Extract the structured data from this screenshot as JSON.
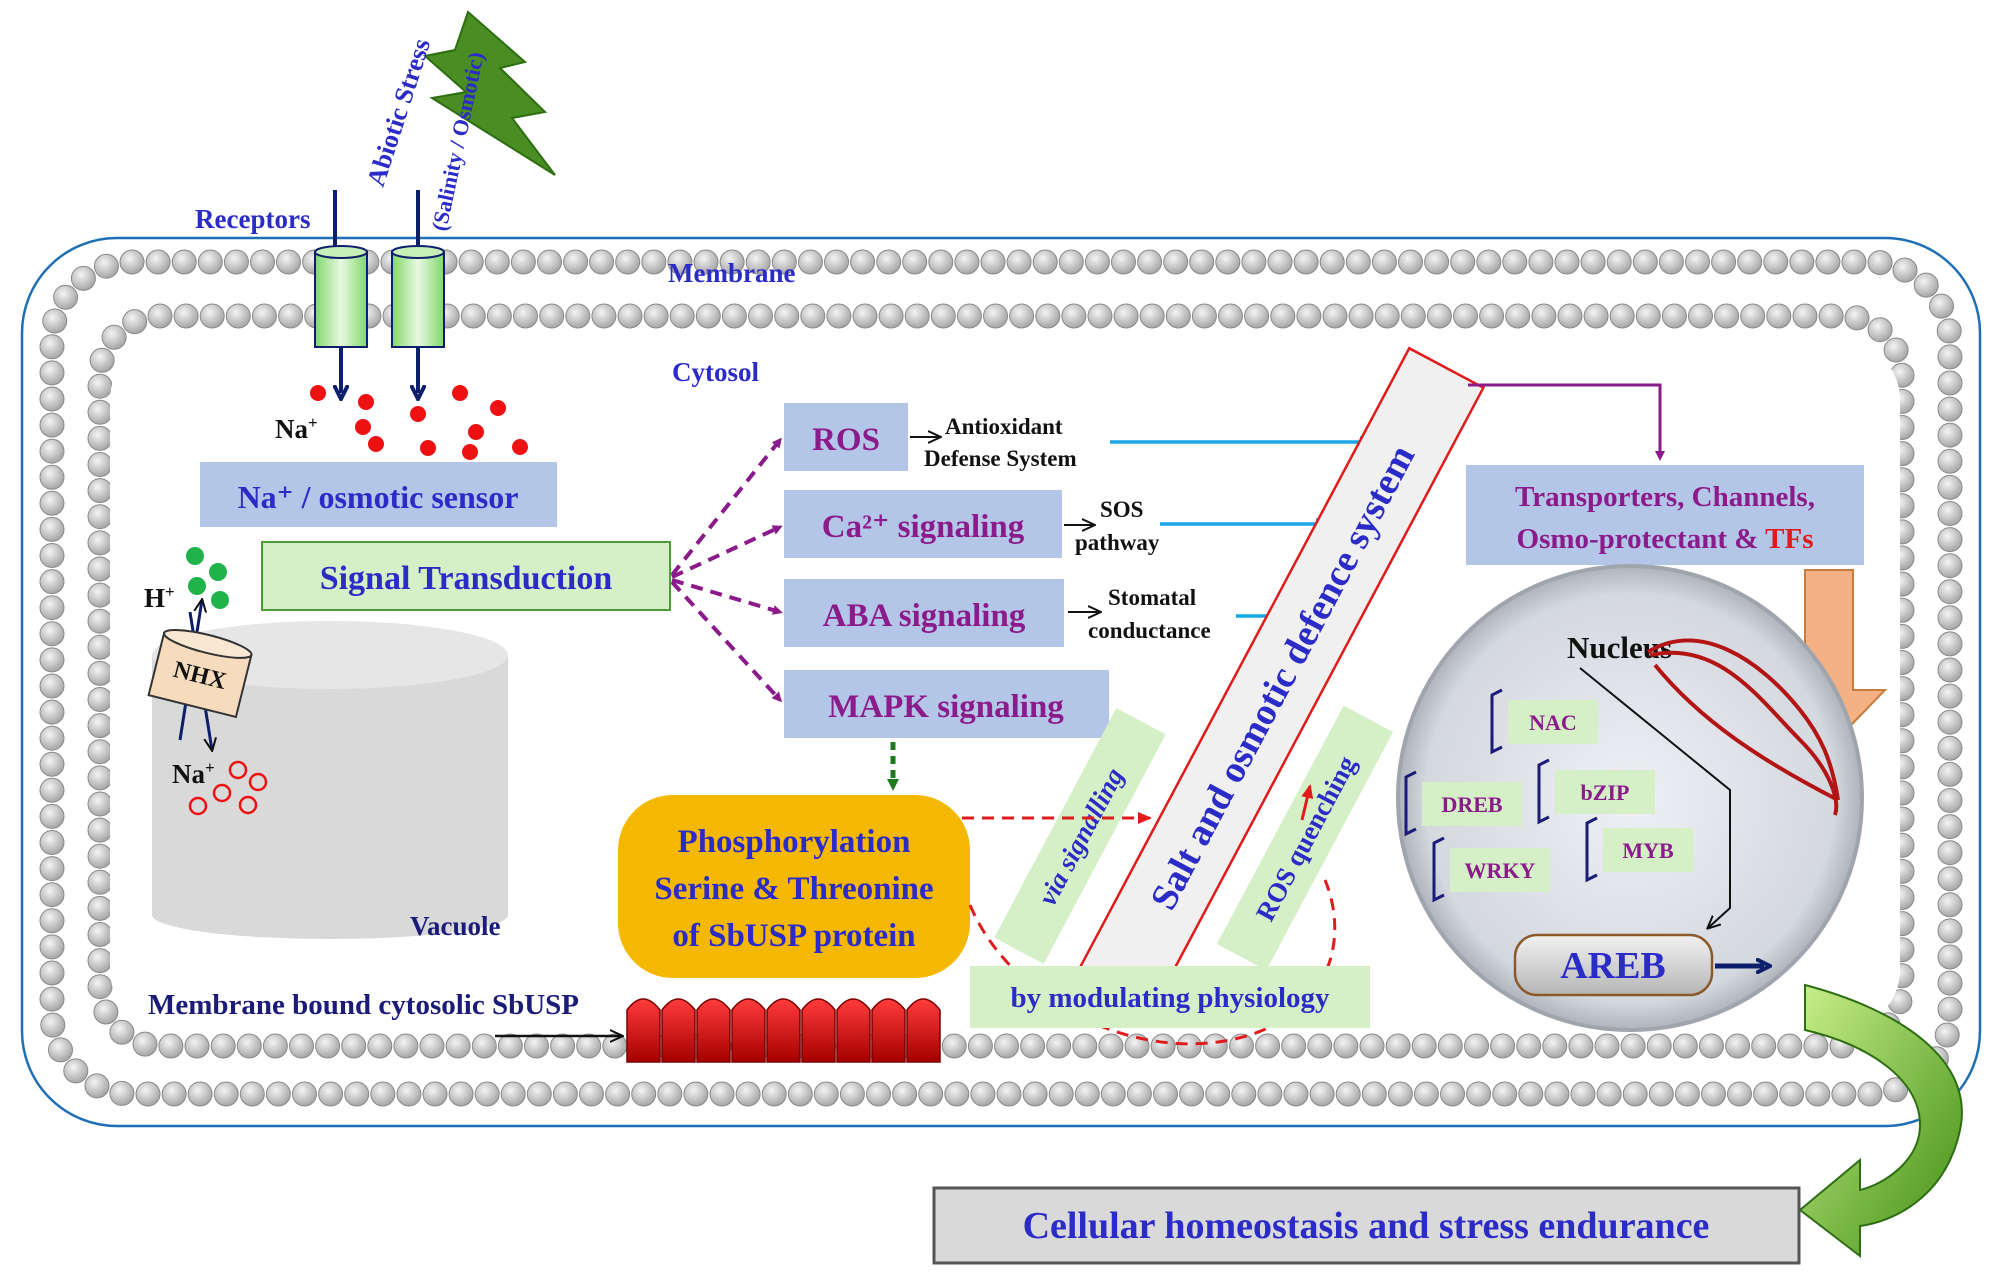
{
  "stress": {
    "title": "Abiotic Stress",
    "subtitle": "(Salinity / Osmotic)"
  },
  "labels": {
    "receptors": "Receptors",
    "membrane": "Membrane",
    "cytosol": "Cytosol",
    "vacuole": "Vacuole",
    "nucleus": "Nucleus",
    "na_top": "Na",
    "na_top_sup": "+",
    "h_ion": "H",
    "h_ion_sup": "+",
    "na_vac": "Na",
    "na_vac_sup": "+",
    "nhx": "NHX"
  },
  "boxes": {
    "sensor": "Na⁺ / osmotic sensor",
    "signal_transduction": "Signal Transduction",
    "ros": "ROS",
    "ca": "Ca²⁺ signaling",
    "aba": "ABA signaling",
    "mapk": "MAPK signaling",
    "defence": "Salt and osmotic defence system",
    "via": "via signalling",
    "ros_quench": "ROS quenching",
    "modulating": "by modulating physiology",
    "transporters_line1": "Transporters, Channels,",
    "transporters_line2": "Osmo-protectant & ",
    "transporters_tfs": "TFs",
    "homeostasis": "Cellular homeostasis and stress endurance"
  },
  "phospho": {
    "line1": "Phosphorylation",
    "line2": "Serine & Threonine",
    "line3": "of SbUSP protein"
  },
  "membrane_usp": "Membrane bound cytosolic SbUSP",
  "outputs": {
    "antioxidant1": "Antioxidant",
    "antioxidant2": "Defense System",
    "sos1": "SOS",
    "sos2": "pathway",
    "stomatal1": "Stomatal",
    "stomatal2": "conductance"
  },
  "tfs": [
    "NAC",
    "DREB",
    "bZIP",
    "WRKY",
    "MYB"
  ],
  "areb": "AREB",
  "colors": {
    "box_blue": "#b4c6e7",
    "box_green": "#d5efc6",
    "text_blue": "#2b2bc8",
    "text_purple": "#8b1a8b",
    "arrow_purple": "#8b1a8b",
    "arrow_cyan": "#1aa7e8",
    "red": "#e01b1b",
    "orange": "#f5b800"
  }
}
